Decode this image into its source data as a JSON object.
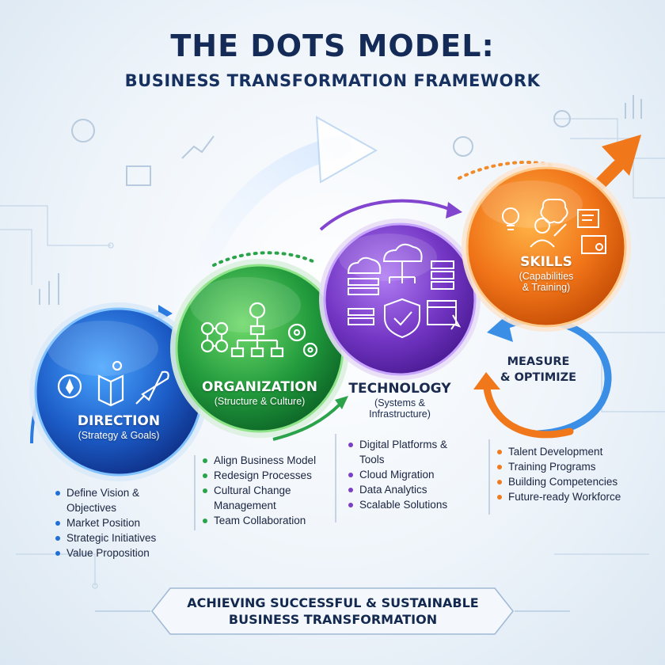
{
  "title": "THE DOTS MODEL:",
  "subtitle": "BUSINESS TRANSFORMATION FRAMEWORK",
  "stages": {
    "direction": {
      "name": "DIRECTION",
      "sub": "(Strategy & Goals)",
      "color": "#1f5fc4",
      "items": [
        "Define Vision &",
        "Objectives",
        "Market Position",
        "Strategic Initiatives",
        "Value Proposition"
      ]
    },
    "organization": {
      "name": "ORGANIZATION",
      "sub": "(Structure & Culture)",
      "color": "#2a9a3e",
      "items": [
        "Align Business Model",
        "Redesign Processes",
        "Cultural Change",
        "Management",
        "Team Collaboration"
      ]
    },
    "technology": {
      "name": "TECHNOLOGY",
      "sub1": "(Systems &",
      "sub2": "Infrastructure)",
      "color": "#7b3fc4",
      "items": [
        "Digital Platforms &",
        "Tools",
        "Cloud Migration",
        "Data Analytics",
        "Scalable Solutions"
      ]
    },
    "skills": {
      "name": "SKILLS",
      "sub1": "(Capabilities",
      "sub2": "& Training)",
      "color": "#f07a1e",
      "items": [
        "Talent Development",
        "Training Programs",
        "Building Competencies",
        "Future-ready Workforce"
      ]
    }
  },
  "measure": {
    "line1": "MEASURE",
    "line2": "& OPTIMIZE"
  },
  "banner": {
    "line1": "ACHIEVING SUCCESSFUL & SUSTAINABLE",
    "line2": "BUSINESS TRANSFORMATION"
  }
}
